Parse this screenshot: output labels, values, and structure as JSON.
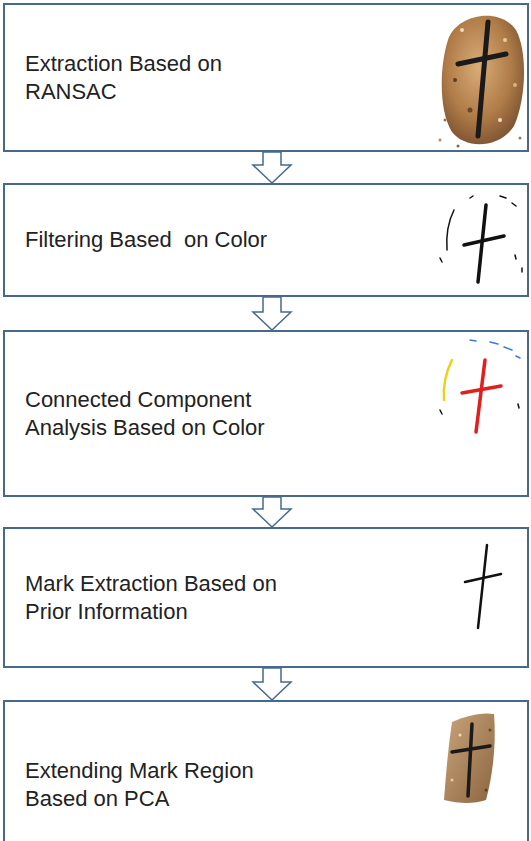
{
  "diagram": {
    "nodes": [
      {
        "text": [
          "Extraction Based on RANSAC"
        ]
      },
      {
        "text": [
          "Filtering Based  on Color"
        ]
      },
      {
        "text": [
          "Connected Component Analysis Based on Color"
        ]
      },
      {
        "text": [
          "Mark Extraction Based on Prior Information"
        ]
      },
      {
        "text": [
          "Extending Mark Region Based on PCA"
        ]
      }
    ],
    "edges": [
      {
        "from": 0,
        "to": 1,
        "arrow": "to"
      },
      {
        "from": 1,
        "to": 2,
        "arrow": "to"
      },
      {
        "from": 2,
        "to": 3,
        "arrow": "to"
      },
      {
        "from": 3,
        "to": 4,
        "arrow": "to"
      }
    ]
  }
}
